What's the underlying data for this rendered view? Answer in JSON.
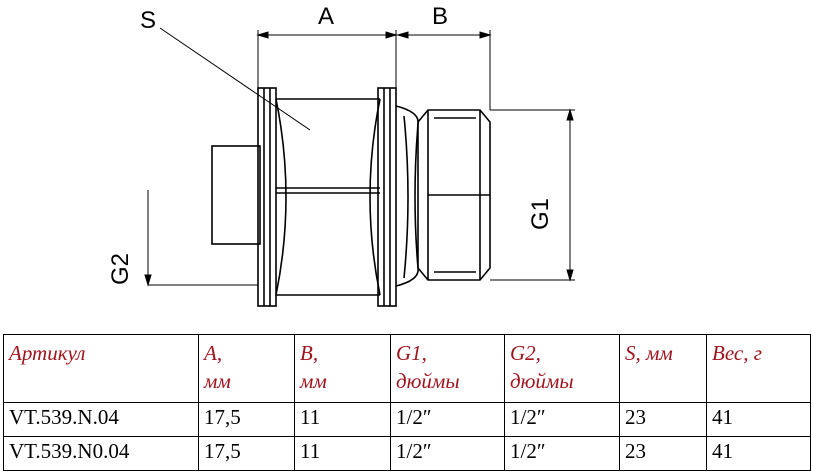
{
  "drawing": {
    "labels": {
      "s": "S",
      "a": "A",
      "b": "B",
      "g1": "G1",
      "g2": "G2"
    }
  },
  "table": {
    "header": [
      {
        "l1": "Артикул",
        "l2": ""
      },
      {
        "l1": "A,",
        "l2": "мм"
      },
      {
        "l1": "B,",
        "l2": "мм"
      },
      {
        "l1": "G1,",
        "l2": "дюймы"
      },
      {
        "l1": "G2,",
        "l2": "дюймы"
      },
      {
        "l1": "S, мм",
        "l2": ""
      },
      {
        "l1": "Вес, г",
        "l2": ""
      }
    ],
    "rows": [
      [
        "VT.539.N.04",
        "17,5",
        "11",
        "1/2″",
        "1/2″",
        "23",
        "41"
      ],
      [
        "VT.539.N0.04",
        "17,5",
        "11",
        "1/2″",
        "1/2″",
        "23",
        "41"
      ]
    ],
    "header_color": "#a0141e"
  }
}
